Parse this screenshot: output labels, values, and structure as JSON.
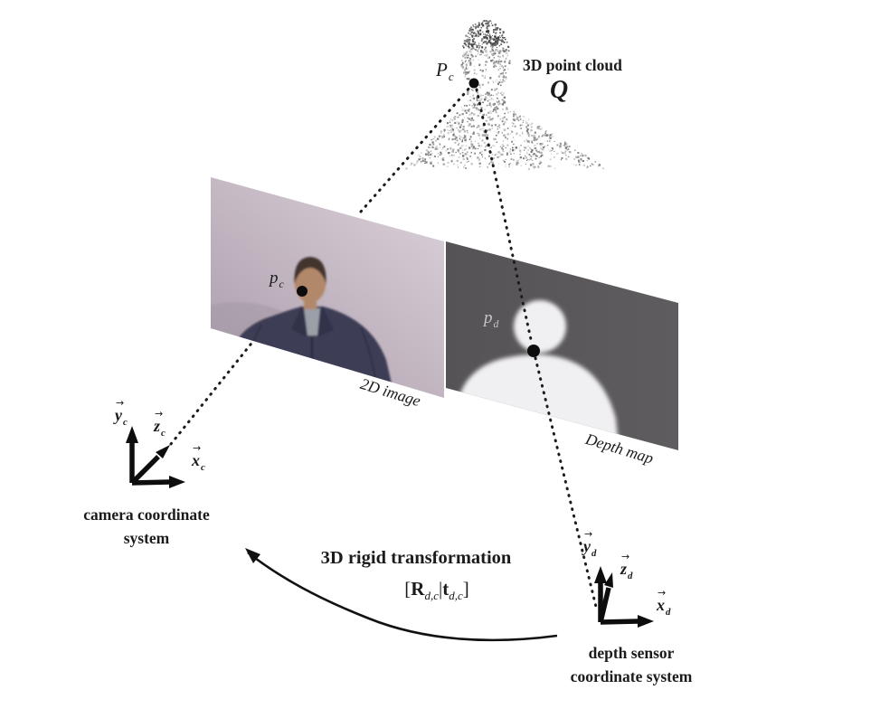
{
  "colors": {
    "ink": "#1b1b1b",
    "wall_light": "#d9cfd8",
    "wall_dark": "#ad9fad",
    "jacket": "#3d3d57",
    "jacket_shadow": "#31314a",
    "shirt": "#9aa0a8",
    "skin": "#b2886a",
    "hair": "#42362e",
    "depth_bg_left": "#565356",
    "depth_bg_right": "#5f5c5f",
    "depth_silhouette": "#f0eff1",
    "pd_label": "#c9c5cc"
  },
  "point_cloud": {
    "caption": "3D point cloud",
    "symbol": "Q",
    "point_base": "P",
    "point_sub": "c"
  },
  "image_plane": {
    "caption": "2D image",
    "point_base": "p",
    "point_sub": "c"
  },
  "depth_plane": {
    "caption": "Depth map",
    "point_base": "p",
    "point_sub": "d"
  },
  "camera_frame": {
    "caption_line1": "camera coordinate",
    "caption_line2": "system",
    "axes": [
      {
        "base": "y",
        "sub": "c"
      },
      {
        "base": "z",
        "sub": "c"
      },
      {
        "base": "x",
        "sub": "c"
      }
    ]
  },
  "depth_frame": {
    "caption_line1": "depth sensor",
    "caption_line2": "coordinate system",
    "axes": [
      {
        "base": "y",
        "sub": "d"
      },
      {
        "base": "z",
        "sub": "d"
      },
      {
        "base": "x",
        "sub": "d"
      }
    ]
  },
  "transform": {
    "title": "3D rigid transformation",
    "formula": {
      "open": "[",
      "R": "R",
      "R_sub": "d,c",
      "bar": "|",
      "t": "t",
      "t_sub": "d,c",
      "close": "]"
    }
  },
  "glyphs": {
    "vector_arrow": "→"
  }
}
